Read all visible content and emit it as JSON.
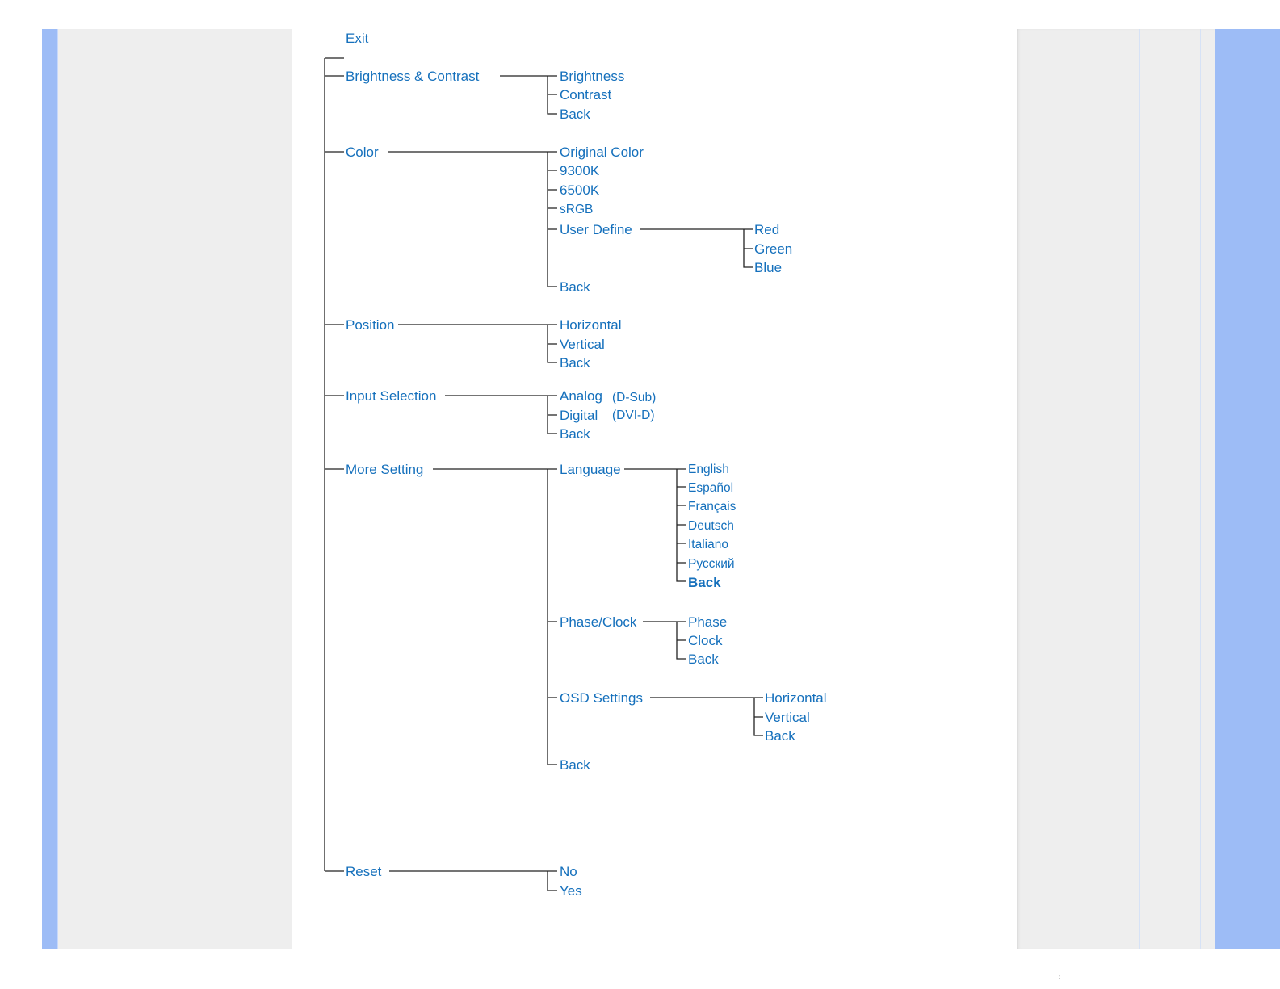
{
  "menu": {
    "exit": "Exit",
    "brightness_contrast": {
      "label": "Brightness &  Contrast",
      "items": [
        "Brightness",
        "Contrast",
        "Back"
      ]
    },
    "color": {
      "label": "Color",
      "items": [
        "Original Color",
        "9300K",
        "6500K",
        "sRGB",
        "User Define",
        "Back"
      ],
      "user_define_items": [
        "Red",
        "Green",
        "Blue"
      ]
    },
    "position": {
      "label": "Position",
      "items": [
        "Horizontal",
        "Vertical",
        "Back"
      ]
    },
    "input_selection": {
      "label": "Input Selection",
      "items": [
        "Analog",
        "Digital",
        "Back"
      ],
      "notes": [
        "(D-Sub)",
        "(DVI-D)"
      ]
    },
    "more_setting": {
      "label": "More Setting",
      "items": [
        "Language",
        "Phase/Clock",
        "OSD Settings",
        "Back"
      ],
      "language_items": [
        "English",
        "Español",
        "Français",
        "Deutsch",
        "Italiano",
        "Русский",
        "Back"
      ],
      "phase_clock_items": [
        "Phase",
        "Clock",
        "Back"
      ],
      "osd_items": [
        "Horizontal",
        "Vertical",
        "Back"
      ]
    },
    "reset": {
      "label": "Reset",
      "items": [
        "No",
        "Yes"
      ]
    }
  },
  "colors": {
    "label_text": "#1570bc",
    "connector_lines": "#222222",
    "side_strip": "#9dbcf6",
    "side_panel": "#eeeeee"
  }
}
